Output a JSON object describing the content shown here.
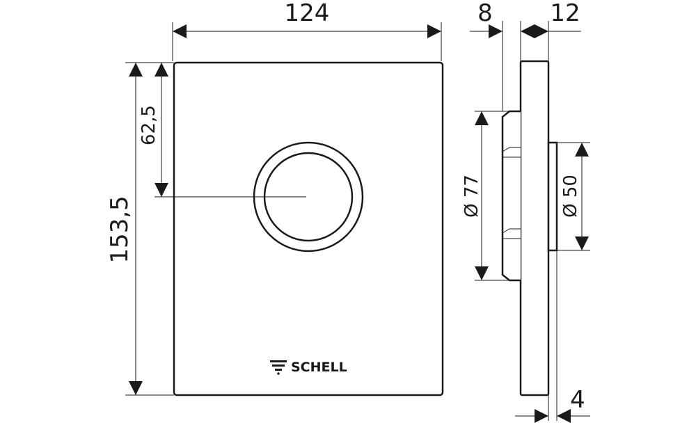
{
  "dimensions": {
    "width": "124",
    "height": "153,5",
    "button_center_height": "62,5",
    "back_depth": "8",
    "plate_thickness": "12",
    "button_protrusion": "4",
    "back_diameter": "Ø 77",
    "button_diameter": "Ø 50"
  },
  "logo": {
    "text": "SCHELL"
  }
}
